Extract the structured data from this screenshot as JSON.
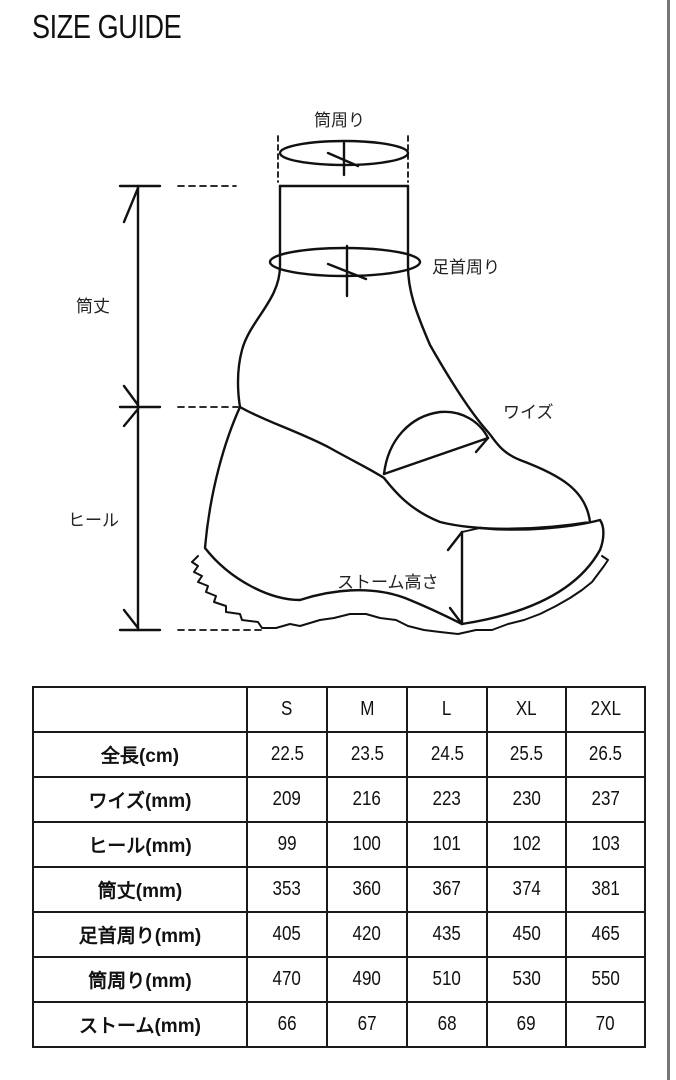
{
  "title": "SIZE GUIDE",
  "diagram": {
    "labels": {
      "shaft_circumference": "筒周り",
      "ankle_circumference": "足首周り",
      "shaft_height": "筒丈",
      "width": "ワイズ",
      "heel": "ヒール",
      "platform_height": "ストーム高さ"
    }
  },
  "table": {
    "columns": [
      "",
      "S",
      "M",
      "L",
      "XL",
      "2XL"
    ],
    "rows": [
      {
        "label": "全長",
        "unit": "(cm)",
        "values": [
          "22.5",
          "23.5",
          "24.5",
          "25.5",
          "26.5"
        ]
      },
      {
        "label": "ワイズ",
        "unit": "(mm)",
        "values": [
          "209",
          "216",
          "223",
          "230",
          "237"
        ]
      },
      {
        "label": "ヒール",
        "unit": "(mm)",
        "values": [
          "99",
          "100",
          "101",
          "102",
          "103"
        ]
      },
      {
        "label": "筒丈",
        "unit": "(mm)",
        "values": [
          "353",
          "360",
          "367",
          "374",
          "381"
        ]
      },
      {
        "label": "足首周り",
        "unit": "(mm)",
        "values": [
          "405",
          "420",
          "435",
          "450",
          "465"
        ]
      },
      {
        "label": "筒周り",
        "unit": "(mm)",
        "values": [
          "470",
          "490",
          "510",
          "530",
          "550"
        ]
      },
      {
        "label": "ストーム",
        "unit": "(mm)",
        "values": [
          "66",
          "67",
          "68",
          "69",
          "70"
        ]
      }
    ]
  }
}
